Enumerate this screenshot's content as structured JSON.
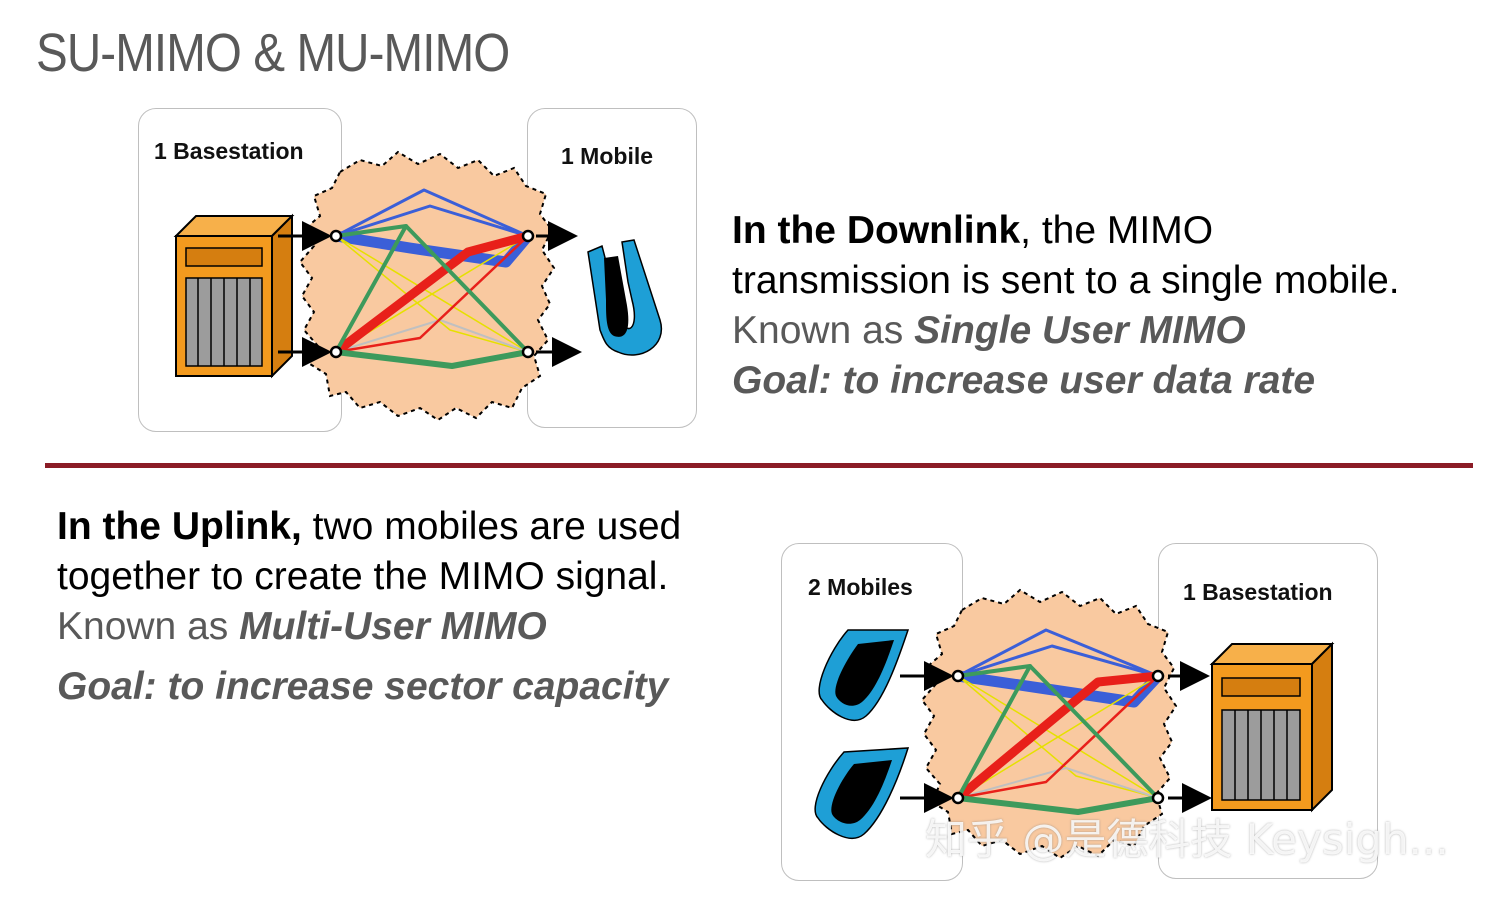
{
  "title": "SU-MIMO & MU-MIMO",
  "top_diagram": {
    "left_label": "1 Basestation",
    "right_label": "1 Mobile"
  },
  "downlink_text": {
    "bold_lead": "In the Downlink",
    "line1_rest": ", the MIMO",
    "line2": "transmission is sent to a single mobile.",
    "known_prefix": "Known as ",
    "known_term": "Single User MIMO",
    "goal": "Goal: to increase user data rate"
  },
  "uplink_text": {
    "bold_lead": "In the Uplink,",
    "line1_rest": " two mobiles are used",
    "line2": "together to create the MIMO signal.",
    "known_prefix": "Known as ",
    "known_term": "Multi-User MIMO",
    "goal": "Goal: to increase sector capacity"
  },
  "bottom_diagram": {
    "left_label": "2 Mobiles",
    "right_label": "1 Basestation"
  },
  "watermark": "知乎 @是德科技 Keysigh...",
  "colors": {
    "divider": "#8b1c26",
    "cloud": "#f9c9a0",
    "basestation": "#f39a1e",
    "mobile": "#1e9fd6",
    "path_blue": "#3b5fd8",
    "path_red": "#e8201a",
    "path_green": "#3d9a5c",
    "path_yellow": "#e6e000"
  }
}
